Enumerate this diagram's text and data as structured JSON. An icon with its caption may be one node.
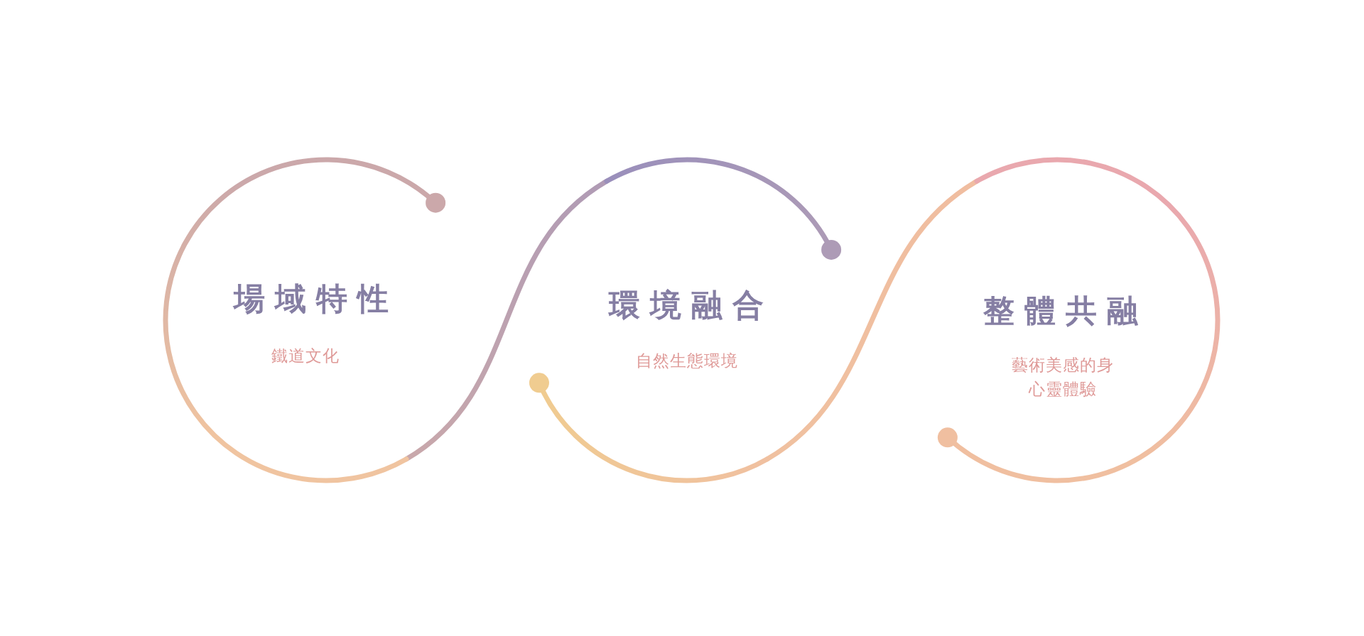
{
  "diagram": {
    "nodes": [
      {
        "text": [
          "場域特性",
          "鐵道文化"
        ]
      },
      {
        "text": [
          "環境融合",
          "自然生態環境"
        ]
      },
      {
        "text": [
          "整體共融",
          "藝術美感的身心靈體驗"
        ]
      }
    ],
    "edges": [
      {
        "from": 0,
        "to": 1,
        "arrow": "none"
      },
      {
        "from": 1,
        "to": 2,
        "arrow": "none"
      }
    ]
  }
}
